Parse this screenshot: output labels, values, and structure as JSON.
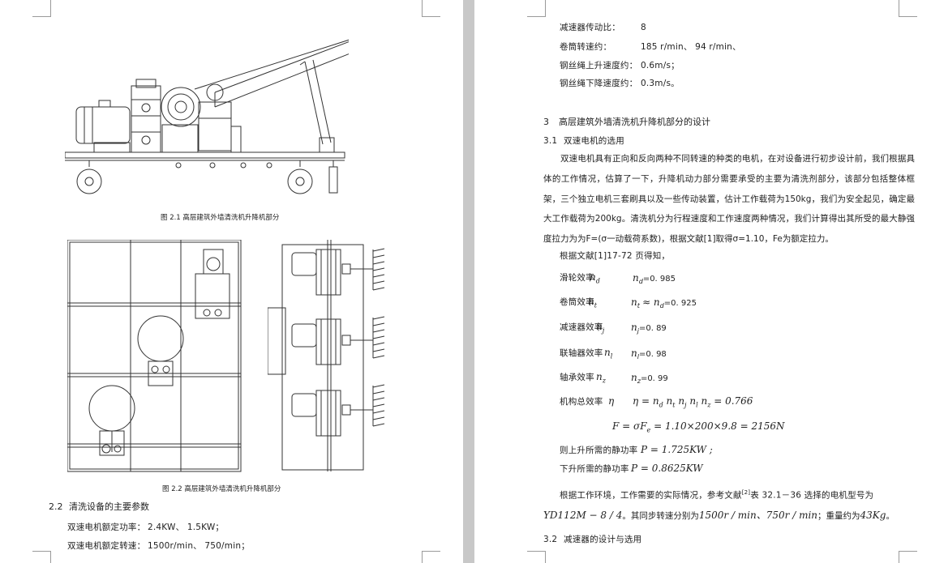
{
  "left_page": {
    "figure1_caption": "图 2.1 高层建筑外墙清洗机升降机部分",
    "figure2_caption": "图 2.2 高层建筑外墙清洗机升降机部分",
    "section_2_2_num": "2.2",
    "section_2_2_title": "清洗设备的主要参数",
    "params": [
      {
        "label": "双速电机额定功率：",
        "value": "2.4KW、     1.5KW；"
      },
      {
        "label": "双速电机额定转速：",
        "value": "1500r/min、   750/min；"
      }
    ]
  },
  "right_page": {
    "top_params": [
      {
        "label": "减速器传动比：",
        "value": "8"
      },
      {
        "label": "卷筒转速约：",
        "value": "185 r/min、    94 r/min、"
      },
      {
        "label": "钢丝绳上升速度约：",
        "value": "0.6m/s；"
      },
      {
        "label": "钢丝绳下降速度约：",
        "value": "0.3m/s。"
      }
    ],
    "section3_num": "3",
    "section3_title": "高层建筑外墙清洗机升降机部分的设计",
    "section3_1_num": "3.1",
    "section3_1_title": "双速电机的选用",
    "paragraph1": "双速电机具有正向和反向两种不同转速的种类的电机，在对设备进行初步设计前，我们根据具体的工作情况，估算了一下，升降机动力部分需要承受的主要为清洗剂部分，该部分包括整体框架，三个独立电机三套刷具以及一些传动装置，估计工作载荷为150kg，我们为安全起见，确定最大工作载荷为200kg。清洗机分为行程速度和工作速度两种情况，我们计算得出其所受的最大静强度拉力为为F=(σ一动载荷系数)，根据文献[1]取得σ=1.10，Fe为额定拉力。",
    "reference_line": "根据文献[1]17-72 页得知，",
    "efficiencies": [
      {
        "label": "滑轮效率",
        "sym": "n",
        "sub": "d",
        "rhs": "=0. 985"
      },
      {
        "label": "卷筒效率",
        "sym": "n",
        "sub": "t",
        "rhs": "=0. 925",
        "approx": "≈ n"
      },
      {
        "label": "减速器效率",
        "sym": "n",
        "sub": "j",
        "rhs": "=0. 89"
      },
      {
        "label": "联轴器效率",
        "sym": "n",
        "sub": "l",
        "rhs": "=0. 98"
      },
      {
        "label": "轴承效率",
        "sym": "n",
        "sub": "z",
        "rhs": "=0. 99"
      }
    ],
    "total_eff_label": "机构总效率",
    "total_eff_sym": "η",
    "total_eff_formula": "η = n",
    "total_eff_tail": " = 0.766",
    "force_formula": "F = σF",
    "force_sub": "e",
    "force_tail": " = 1.10×200×9.8 = 2156N",
    "up_power_label": "则上升所需的静功率",
    "up_power_value": "P = 1.725KW",
    "down_power_label": "下升所需的静功率",
    "down_power_value": "P = 0.8625KW",
    "paragraph2_a": "根据工作环境，工作需要的实际情况，参考文献",
    "paragraph2_sup": "[2]",
    "paragraph2_b": "表 32.1－36 选择的电机型号为",
    "model_line_a": "YD112M − 8 / 4",
    "model_line_b": "。其同步转速分别为",
    "model_line_c": "1500r / min、750r / min",
    "model_line_d": "；重量约为",
    "model_line_e": "43Kg",
    "model_line_f": "。",
    "section3_2_num": "3.2",
    "section3_2_title": "减速器的设计与选用"
  },
  "colors": {
    "page_background": "#ffffff",
    "gutter": "#c8c8c8",
    "text": "#222222",
    "drawing_stroke": "#333333"
  }
}
